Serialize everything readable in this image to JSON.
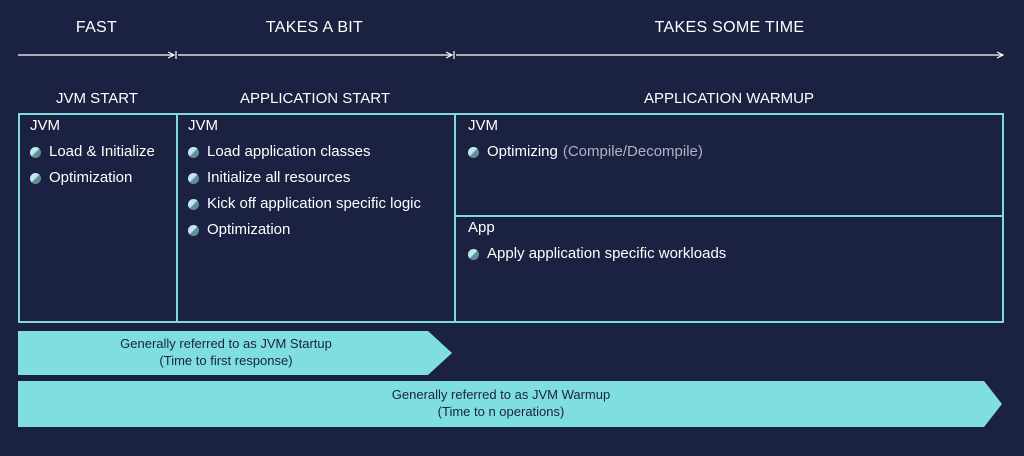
{
  "phases": {
    "fast": "FAST",
    "takes_a_bit": "TAKES A BIT",
    "takes_some_time": "TAKES SOME TIME"
  },
  "columns": {
    "jvm_start": {
      "title": "JVM START",
      "head": "JVM",
      "items": [
        "Load & Initialize",
        "Optimization"
      ]
    },
    "application_start": {
      "title": "APPLICATION START",
      "head": "JVM",
      "items": [
        "Load application classes",
        "Initialize all resources",
        "Kick off application specific logic",
        "Optimization"
      ]
    },
    "application_warmup": {
      "title": "APPLICATION WARMUP",
      "jvm": {
        "head": "JVM",
        "item": "Optimizing",
        "item_note": "(Compile/Decompile)"
      },
      "app": {
        "head": "App",
        "item": "Apply application specific workloads"
      }
    }
  },
  "arrows": {
    "startup": {
      "line1": "Generally referred to as JVM Startup",
      "line2": "(Time to first response)"
    },
    "warmup": {
      "line1": "Generally referred to as JVM Warmup",
      "line2": "(Time to n operations)"
    }
  },
  "colors": {
    "background": "#1b2140",
    "accent": "#7fd9dc",
    "arrow_fill": "#7fdfe0",
    "text": "#ffffff",
    "muted_text": "#aeb3c4"
  },
  "icons": {
    "timeline": "double-headed-arrow-icon",
    "bullet": "round-bullet-icon"
  }
}
